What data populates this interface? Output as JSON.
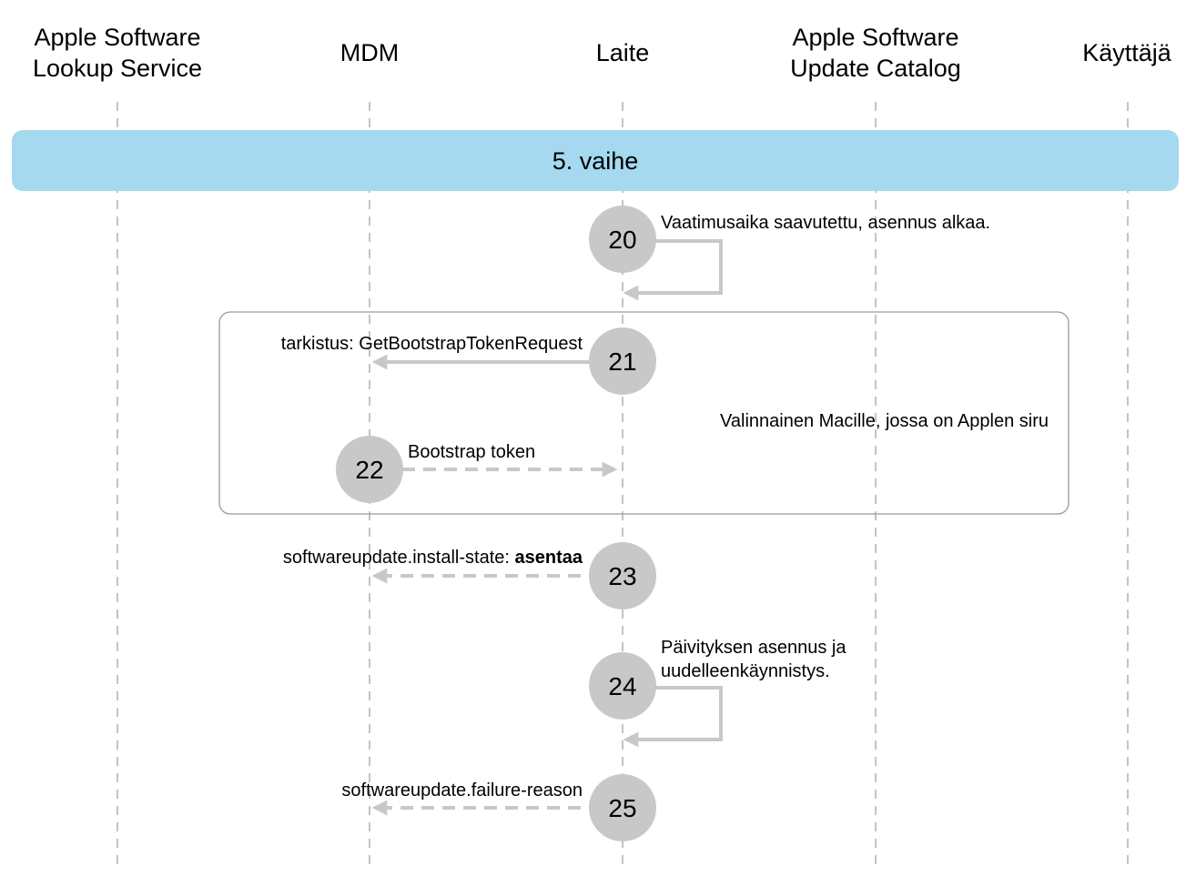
{
  "actors": [
    {
      "lines": [
        "Apple Software",
        "Lookup Service"
      ]
    },
    {
      "lines": [
        "MDM"
      ]
    },
    {
      "lines": [
        "Laite"
      ]
    },
    {
      "lines": [
        "Apple Software",
        "Update Catalog"
      ]
    },
    {
      "lines": [
        "Käyttäjä"
      ]
    }
  ],
  "phase": {
    "label": "5. vaihe",
    "color": "#a4d9ef"
  },
  "steps": [
    {
      "num": "20",
      "label": "Vaatimusaika saavutettu, asennus alkaa."
    },
    {
      "num": "21",
      "label": "tarkistus: GetBootstrapTokenRequest"
    },
    {
      "num": "22",
      "label": "Bootstrap token"
    },
    {
      "num": "23",
      "label": "softwareupdate.install-state: ",
      "label_bold": "asentaa"
    },
    {
      "num": "24",
      "label_lines": [
        "Päivityksen asennus ja",
        "uudelleenkäynnistys."
      ]
    },
    {
      "num": "25",
      "label": "softwareupdate.failure-reason"
    }
  ],
  "optional_box": {
    "label": "Valinnainen Macille, jossa on Applen siru"
  },
  "colors": {
    "circle": "#c8c8c8",
    "arrow": "#c8c8c8",
    "lifeline": "#b0b0b0",
    "box_border": "#9a9a9a"
  }
}
